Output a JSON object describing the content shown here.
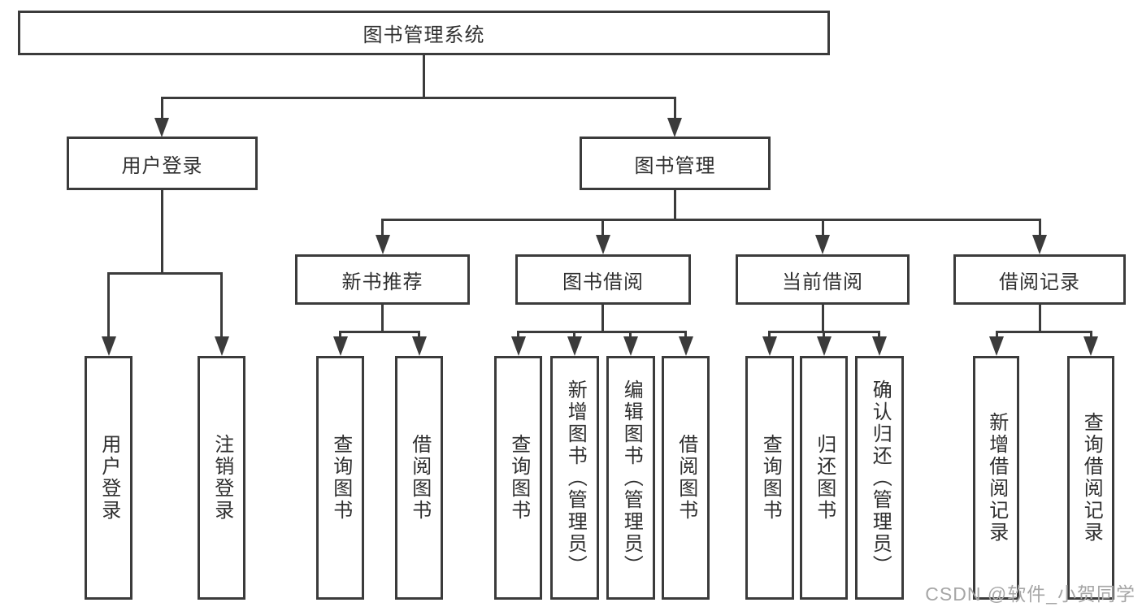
{
  "colors": {
    "line": "#3b3b3b",
    "border": "#3b3b3b",
    "text": "#2f2f2f",
    "watermark": "#a6a6a6",
    "background": "#ffffff"
  },
  "watermark": {
    "text": "CSDN @软件_小贺同学"
  },
  "diagram": {
    "type": "tree",
    "root": {
      "label": "图书管理系统",
      "children": [
        {
          "label": "用户登录",
          "children": [
            {
              "label": "用户登录"
            },
            {
              "label": "注销登录"
            }
          ]
        },
        {
          "label": "图书管理",
          "children": [
            {
              "label": "新书推荐",
              "children": [
                {
                  "label": "查询图书"
                },
                {
                  "label": "借阅图书"
                }
              ]
            },
            {
              "label": "图书借阅",
              "children": [
                {
                  "label": "查询图书"
                },
                {
                  "label": "新增图书（管理员）"
                },
                {
                  "label": "编辑图书（管理员）"
                },
                {
                  "label": "借阅图书"
                }
              ]
            },
            {
              "label": "当前借阅",
              "children": [
                {
                  "label": "查询图书"
                },
                {
                  "label": "归还图书"
                },
                {
                  "label": "确认归还（管理员）"
                }
              ]
            },
            {
              "label": "借阅记录",
              "children": [
                {
                  "label": "新增借阅记录"
                },
                {
                  "label": "查询借阅记录"
                }
              ]
            }
          ]
        }
      ]
    }
  }
}
